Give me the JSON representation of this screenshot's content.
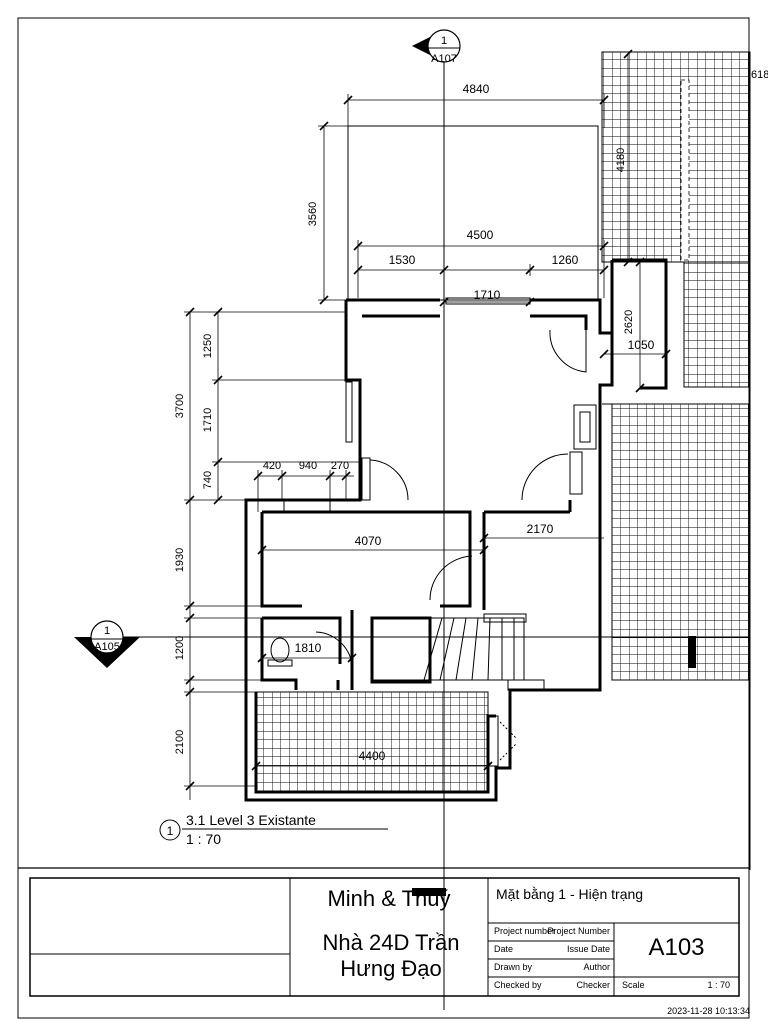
{
  "dimensions": {
    "d4840": "4840",
    "d4180": "4180",
    "d3560": "3560",
    "d4500": "4500",
    "d1530": "1530",
    "d1260": "1260",
    "d1710h": "1710",
    "d2620": "2620",
    "d1050": "1050",
    "d3700": "3700",
    "d1250": "1250",
    "d1710v": "1710",
    "d740": "740",
    "d420": "420",
    "d940": "940",
    "d270": "270",
    "d4070": "4070",
    "d2170": "2170",
    "d1930": "1930",
    "d1200": "1200",
    "d1810": "1810",
    "d2100": "2100",
    "d4400": "4400",
    "d618": "618"
  },
  "section_marks": {
    "top": {
      "number": "1",
      "sheet": "A107"
    },
    "left": {
      "number": "1",
      "sheet": "A105"
    }
  },
  "view_title": {
    "number": "1",
    "name": "3.1 Level 3 Existante",
    "scale": "1 : 70"
  },
  "title_block": {
    "client": "Minh & Thuý",
    "project_name": "Nhà 24D Trần Hưng Đạo",
    "sheet_name": "Mặt bằng 1 - Hiện trạng",
    "project_number_label": "Project number",
    "project_number_value": "Project Number",
    "date_label": "Date",
    "date_value": "Issue Date",
    "drawn_by_label": "Drawn by",
    "drawn_by_value": "Author",
    "checked_by_label": "Checked by",
    "checked_by_value": "Checker",
    "scale_label": "Scale",
    "scale_value": "1 : 70",
    "sheet_number": "A103",
    "timestamp": "2023-11-28 10:13:34"
  }
}
